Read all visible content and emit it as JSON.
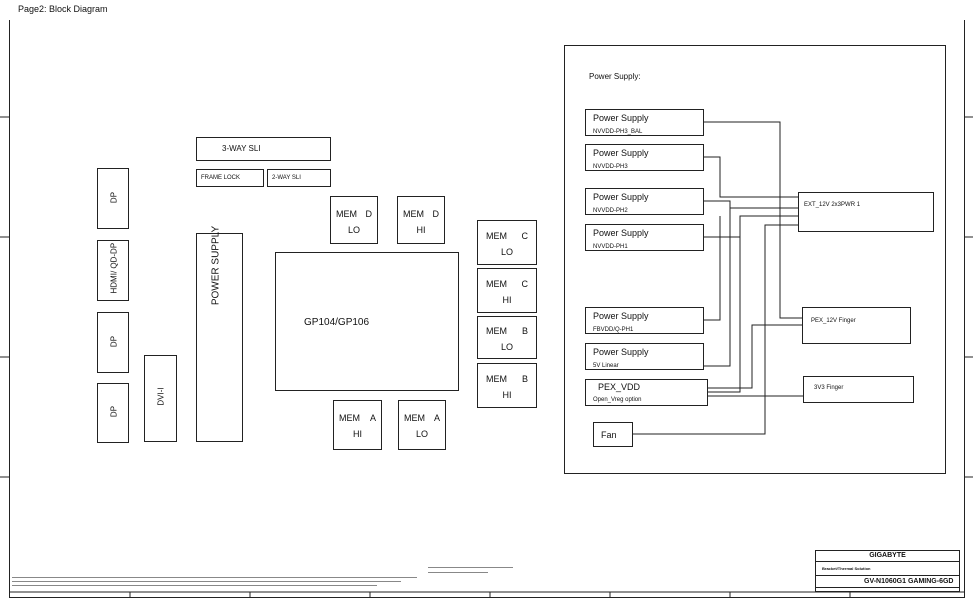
{
  "page": {
    "title": "Page2: Block Diagram"
  },
  "left": {
    "sli3": "3-WAY SLI",
    "frame_lock": "FRAME LOCK",
    "sli2": "2-WAY SLI",
    "dp1": "DP",
    "hdmi": "HDMI/ QD-DP",
    "dp2": "DP",
    "dp3": "DP",
    "dvi": "DVI-I",
    "power": "POWER SUPPLY",
    "gpu": "GP104/GP106",
    "mem": {
      "d_lo": [
        "MEM",
        "D",
        "LO"
      ],
      "d_hi": [
        "MEM",
        "D",
        "HI"
      ],
      "c_lo": [
        "MEM",
        "C",
        "LO"
      ],
      "c_hi": [
        "MEM",
        "C",
        "HI"
      ],
      "b_lo": [
        "MEM",
        "B",
        "LO"
      ],
      "b_hi": [
        "MEM",
        "B",
        "HI"
      ],
      "a_hi": [
        "MEM",
        "A",
        "HI"
      ],
      "a_lo": [
        "MEM",
        "A",
        "LO"
      ]
    }
  },
  "power_panel": {
    "title": "Power Supply:",
    "supplies": [
      {
        "name": "Power Supply",
        "rail": "NVVDD-PH3_BAL"
      },
      {
        "name": "Power Supply",
        "rail": "NVVDD-PH3"
      },
      {
        "name": "Power Supply",
        "rail": "NVVDD-PH2"
      },
      {
        "name": "Power Supply",
        "rail": "NVVDD-PH1"
      },
      {
        "name": "Power Supply",
        "rail": "FBVDD/Q-PH1"
      },
      {
        "name": "Power Supply",
        "rail": "5V Linear"
      }
    ],
    "pex_vdd": {
      "name": "PEX_VDD",
      "note": "Open_Vreg option"
    },
    "fan": "Fan",
    "ext_12v": "EXT_12V 2x3PWR 1",
    "pex_12v": "PEX_12V Finger",
    "v33": "3V3 Finger"
  },
  "title_block": {
    "company": "GIGABYTE",
    "subtitle": "Bracket/Thermal Solution",
    "model": "GV-N1060G1 GAMING-6GD"
  }
}
